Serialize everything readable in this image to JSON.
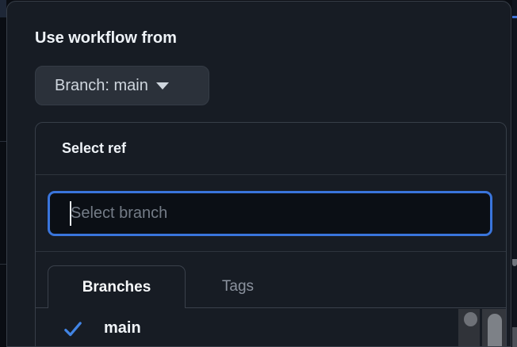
{
  "popover": {
    "title": "Use workflow from",
    "branch_button": {
      "label": "Branch: main",
      "icon": "caret-down-icon"
    },
    "select_menu": {
      "header": "Select ref",
      "filter": {
        "placeholder": "Select branch",
        "value": ""
      },
      "tabs": [
        {
          "label": "Branches",
          "active": true
        },
        {
          "label": "Tags",
          "active": false
        }
      ],
      "items": [
        {
          "label": "main",
          "selected": true,
          "icon": "check-icon"
        }
      ]
    }
  },
  "colors": {
    "popover_bg": "#171c24",
    "page_bg": "#0a0d13",
    "border": "#373e48",
    "accent_blue_focus_border": "#3a75dc",
    "accent_blue_check": "#4184e4",
    "text_primary": "#f0f4f8",
    "text_secondary": "#8b929e",
    "placeholder": "#747c87",
    "button_bg": "#2b313a"
  }
}
